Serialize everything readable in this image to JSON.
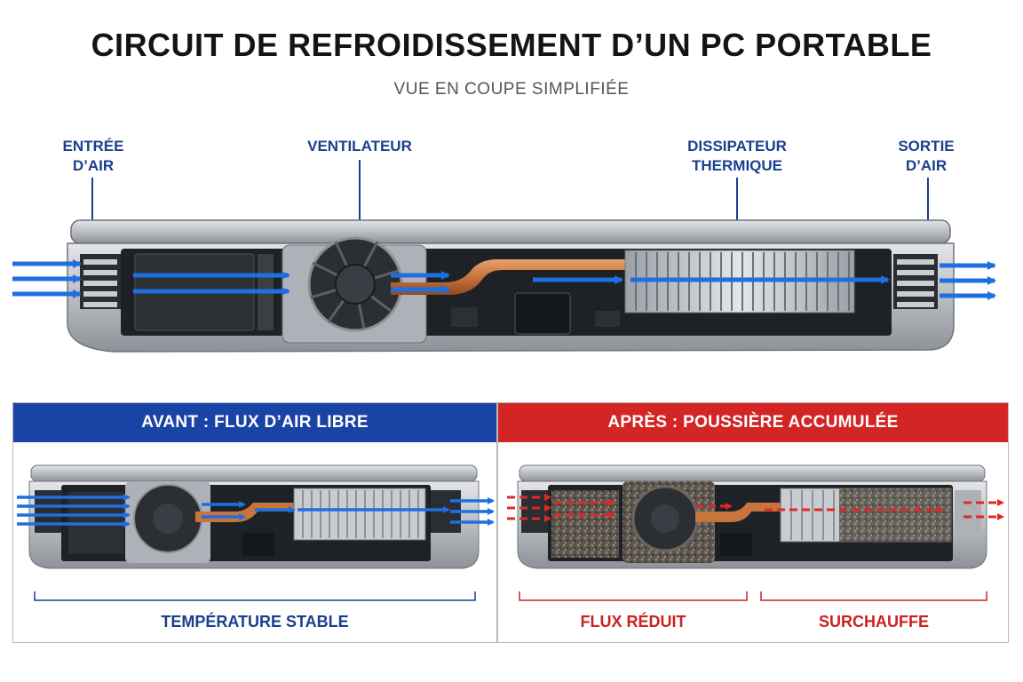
{
  "header": {
    "title": "CIRCUIT DE REFROIDISSEMENT D’UN PC PORTABLE",
    "subtitle": "VUE EN COUPE SIMPLIFIÉE"
  },
  "callouts": {
    "air_inlet": "ENTRÉE\nD’AIR",
    "fan": "VENTILATEUR",
    "heatsink": "DISSIPATEUR\nTHERMIQUE",
    "air_outlet": "SORTIE\nD’AIR"
  },
  "panels": {
    "before": {
      "header": "AVANT : FLUX D’AIR LIBRE",
      "label": "TEMPÉRATURE STABLE"
    },
    "after": {
      "header": "APRÈS : POUSSIÈRE ACCUMULÉE",
      "label_left": "FLUX RÉDUIT",
      "label_right": "SURCHAUFFE"
    }
  },
  "colors": {
    "airflow_blue": "#1e6fe0",
    "airflow_red": "#e02828",
    "label_blue": "#1b3f8f",
    "before_header": "#1a43a6",
    "after_header": "#d42525",
    "heatpipe": "#c8743d",
    "chassis": "#b9bcc1",
    "pcb": "#1e2226"
  }
}
